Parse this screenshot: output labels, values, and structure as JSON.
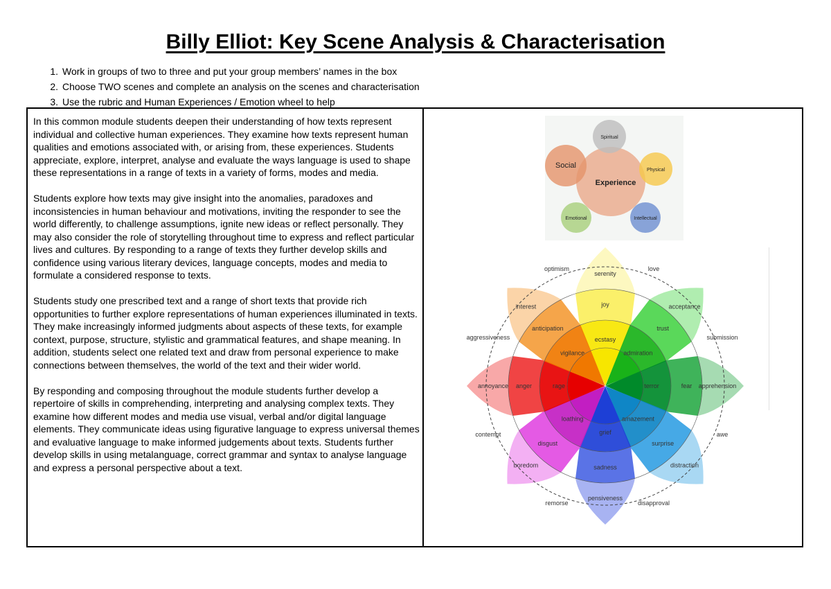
{
  "title": "Billy Elliot: Key Scene Analysis & Characterisation",
  "steps": [
    {
      "num": "1.",
      "text": "Work in groups of two to three and put your group members’ names in the box"
    },
    {
      "num": "2.",
      "text": "Choose TWO scenes and complete an analysis on the scenes and characterisation"
    },
    {
      "num": "3.",
      "text": "Use the rubric and Human Experiences / Emotion wheel to help"
    }
  ],
  "paragraphs": [
    "In this common module students deepen their understanding of how texts represent individual and collective human experiences. They examine how texts represent human qualities and emotions associated with, or arising from, these experiences. Students appreciate, explore, interpret, analyse and evaluate the ways language is used to shape these representations in a range of texts in a variety of forms, modes and media.",
    "Students explore how texts may give insight into the anomalies, paradoxes and inconsistencies in human behaviour and motivations, inviting the responder to see the world differently, to challenge assumptions, ignite new ideas or reflect personally. They may also consider the role of storytelling throughout time to express and reflect particular lives and cultures. By responding to a range of texts they further develop skills and confidence using various literary devices, language concepts, modes and media to formulate a considered response to texts.",
    "Students study one prescribed text and a range of short texts that provide rich opportunities to further explore representations of human experiences illuminated in texts. They make increasingly informed judgments about aspects of these texts, for example context, purpose, structure, stylistic and grammatical features, and shape meaning. In addition, students select one related text and draw from personal experience to make connections between themselves, the world of the text and their wider world.",
    "By responding and composing throughout the module students further develop a repertoire of skills in comprehending, interpreting and analysing complex texts. They examine how different modes and media use visual, verbal and/or digital language elements. They communicate ideas using figurative language to express universal themes and evaluative language to make informed judgements about texts. Students further develop skills in using metalanguage, correct grammar and syntax to analyse language and express a personal perspective about a text."
  ],
  "experience_diagram": {
    "center": "Experience",
    "nodes": [
      {
        "label": "Spiritual",
        "color": "#bdbdbd"
      },
      {
        "label": "Physical",
        "color": "#f6c84a"
      },
      {
        "label": "Intellectual",
        "color": "#6d8fd1"
      },
      {
        "label": "Emotional",
        "color": "#a8cf7a"
      },
      {
        "label": "Social",
        "color": "#e5946a"
      }
    ],
    "center_color": "#eaa98a"
  },
  "emotion_wheel": {
    "petals": [
      {
        "inner": "ecstasy",
        "mid": "joy",
        "outer": "serenity",
        "c1": "#f7e600",
        "c2": "#fbf06a",
        "c3": "#fdf8c0"
      },
      {
        "inner": "admiration",
        "mid": "trust",
        "outer": "acceptance",
        "c1": "#19b219",
        "c2": "#5ad85a",
        "c3": "#b0edb0"
      },
      {
        "inner": "terror",
        "mid": "fear",
        "outer": "apprehension",
        "c1": "#008a2a",
        "c2": "#3fb35a",
        "c3": "#a6dbb2"
      },
      {
        "inner": "amazement",
        "mid": "surprise",
        "outer": "distraction",
        "c1": "#0f86c6",
        "c2": "#46a9e6",
        "c3": "#a9d8f3"
      },
      {
        "inner": "grief",
        "mid": "sadness",
        "outer": "pensiveness",
        "c1": "#1d3fd6",
        "c2": "#5a73e6",
        "c3": "#a8b3f2"
      },
      {
        "inner": "loathing",
        "mid": "disgust",
        "outer": "boredom",
        "c1": "#c21ec2",
        "c2": "#e45ae4",
        "c3": "#f3b0f3"
      },
      {
        "inner": "rage",
        "mid": "anger",
        "outer": "annoyance",
        "c1": "#e60000",
        "c2": "#f04444",
        "c3": "#f8a8a8"
      },
      {
        "inner": "vigilance",
        "mid": "anticipation",
        "outer": "interest",
        "c1": "#f07800",
        "c2": "#f5a54a",
        "c3": "#fbd4a8"
      }
    ],
    "dyads": [
      "love",
      "submission",
      "awe",
      "disapproval",
      "remorse",
      "contempt",
      "aggressiveness",
      "optimism"
    ]
  }
}
